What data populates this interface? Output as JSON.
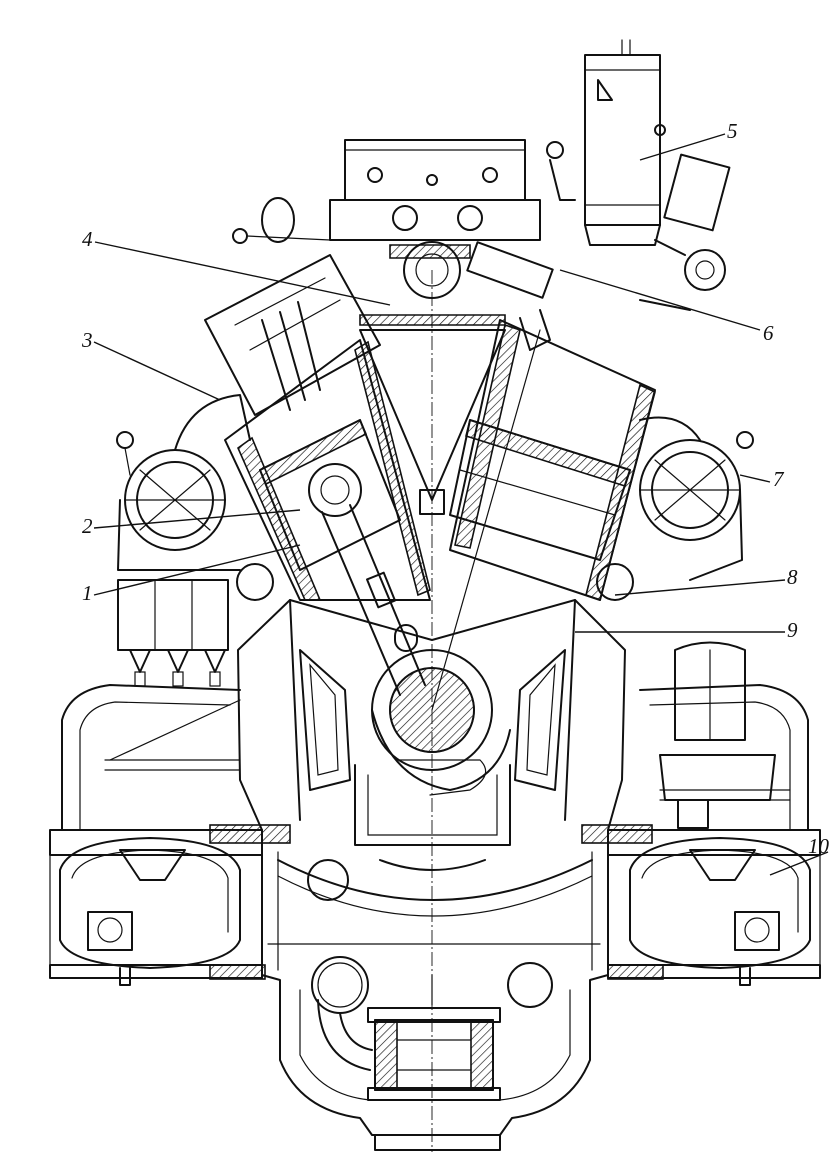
{
  "callouts": [
    {
      "id": "c1",
      "text": "1"
    },
    {
      "id": "c2",
      "text": "2"
    },
    {
      "id": "c3",
      "text": "3"
    },
    {
      "id": "c4",
      "text": "4"
    },
    {
      "id": "c5",
      "text": "5"
    },
    {
      "id": "c6",
      "text": "6"
    },
    {
      "id": "c7",
      "text": "7"
    },
    {
      "id": "c8",
      "text": "8"
    },
    {
      "id": "c9",
      "text": "9"
    },
    {
      "id": "c10",
      "text": "10"
    }
  ],
  "style": {
    "line_color": "#111111",
    "background": "#ffffff"
  }
}
